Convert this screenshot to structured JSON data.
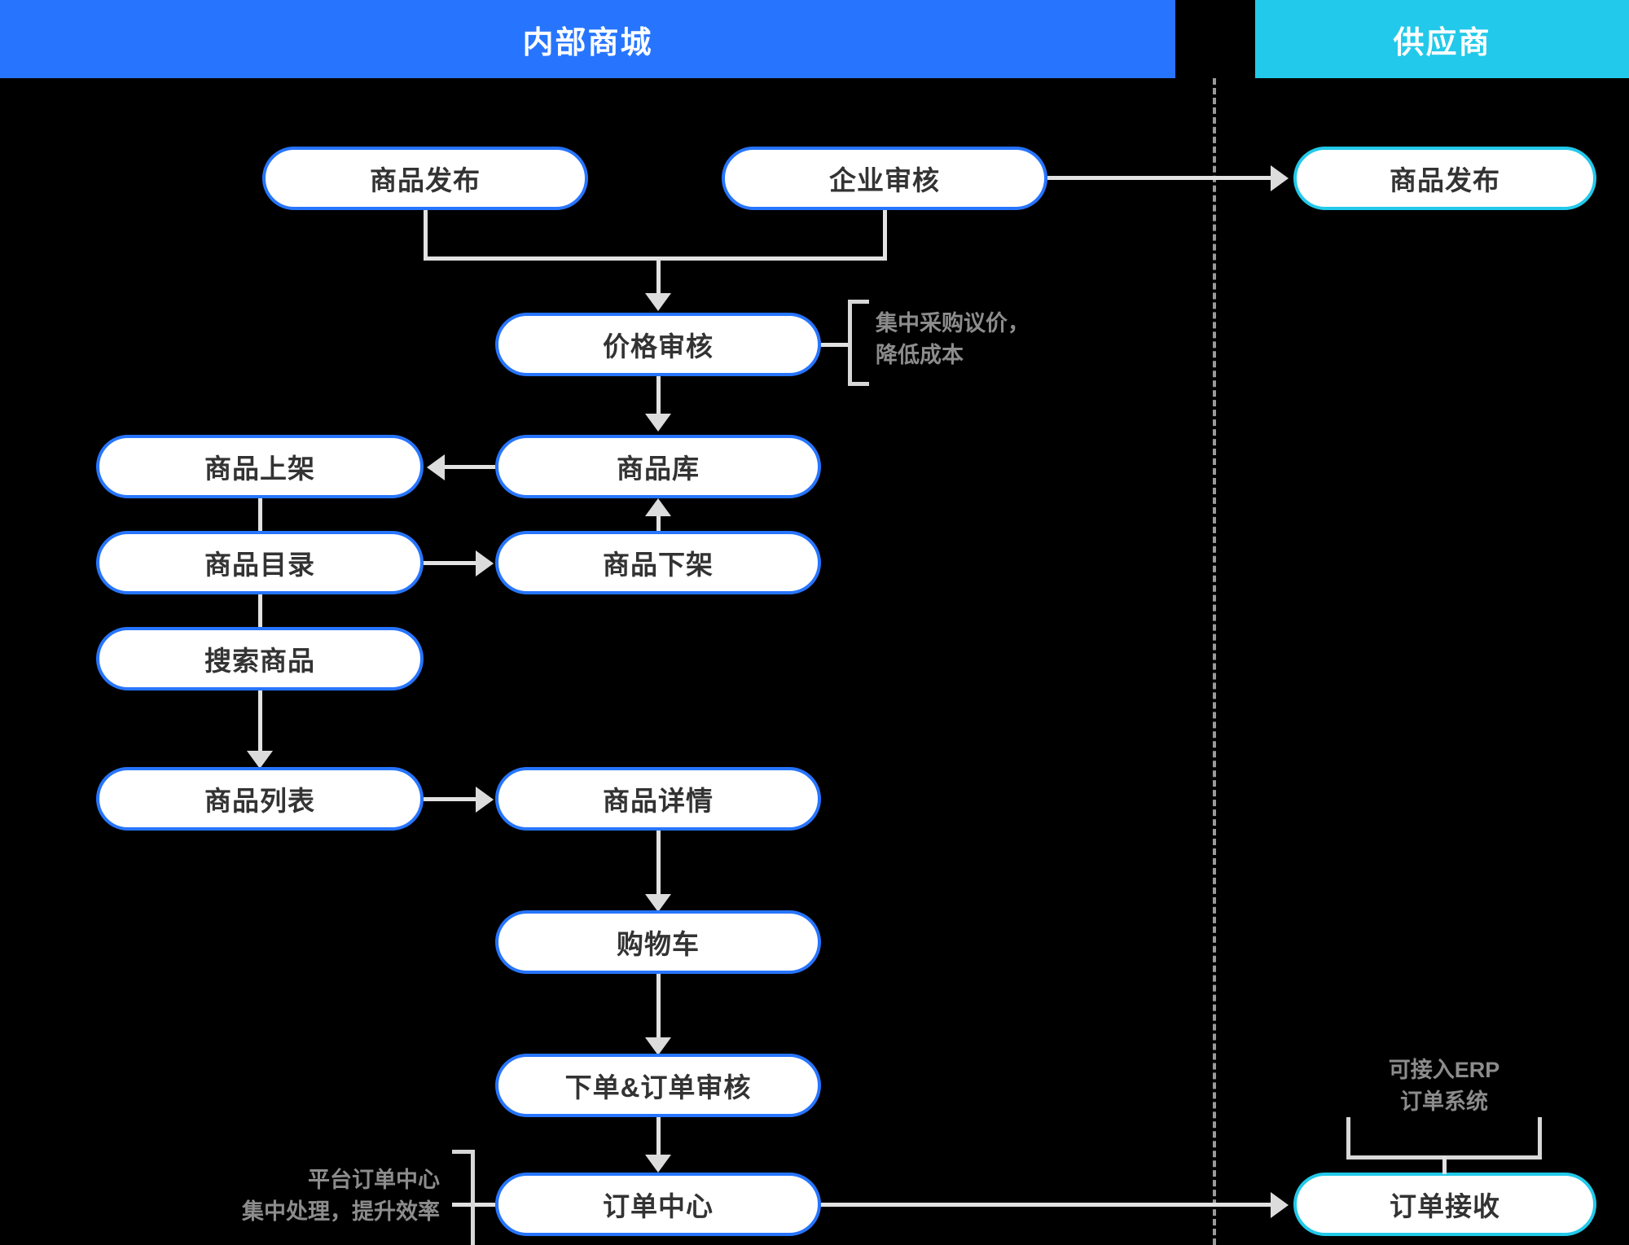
{
  "lanes": {
    "internal": {
      "title": "内部商城",
      "color": "#2775ff"
    },
    "supplier": {
      "title": "供应商",
      "color": "#22c9ea"
    }
  },
  "nodes": {
    "product_publish": "商品发布",
    "enterprise_review": "企业审核",
    "price_review": "价格审核",
    "product_library": "商品库",
    "product_onshelf": "商品上架",
    "product_offshelf": "商品下架",
    "product_catalog": "商品目录",
    "search_product": "搜索商品",
    "product_list": "商品列表",
    "product_detail": "商品详情",
    "shopping_cart": "购物车",
    "place_order_review": "下单&订单审核",
    "order_center": "订单中心",
    "supplier_publish": "商品发布",
    "order_receive": "订单接收"
  },
  "notes": {
    "price_note": "集中采购议价，\n降低成本",
    "order_center_note": "平台订单中心\n集中处理，提升效率",
    "erp_note": "可接入ERP\n订单系统"
  },
  "colors": {
    "node_border_internal": "#2775ff",
    "node_border_supplier": "#22c9ea",
    "node_fill": "#ffffff",
    "node_text": "#333333",
    "connector": "#e2e2e2",
    "note_text": "#8c8c8c",
    "background": "#000000"
  }
}
